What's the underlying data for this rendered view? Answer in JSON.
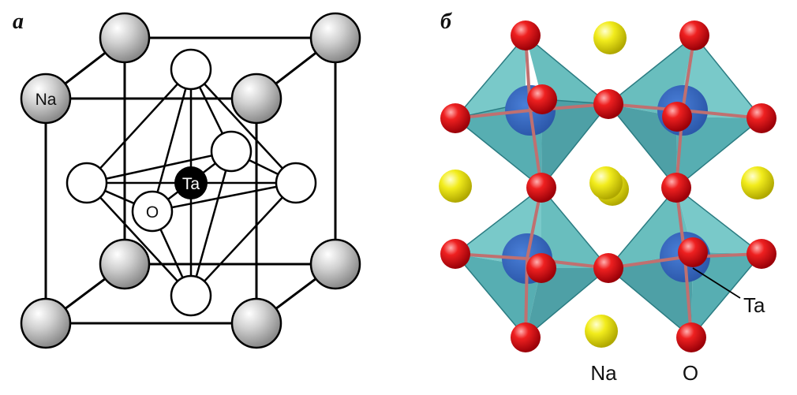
{
  "panel_a": {
    "letter": "a",
    "atoms": {
      "na": "Na",
      "ta": "Ta",
      "o": "O"
    },
    "colors": {
      "na_atom": "#bdbdbd",
      "ta_atom": "#000000",
      "o_atom": "#ffffff",
      "bonds": "#000000"
    }
  },
  "panel_b": {
    "letter": "б",
    "labels": {
      "ta": "Ta",
      "na": "Na",
      "o": "O"
    },
    "colors": {
      "octahedron": "#3fa9ad",
      "ta_atom": "#2e5fb5",
      "o_atom": "#e0141e",
      "na_atom": "#f0e81e"
    }
  }
}
